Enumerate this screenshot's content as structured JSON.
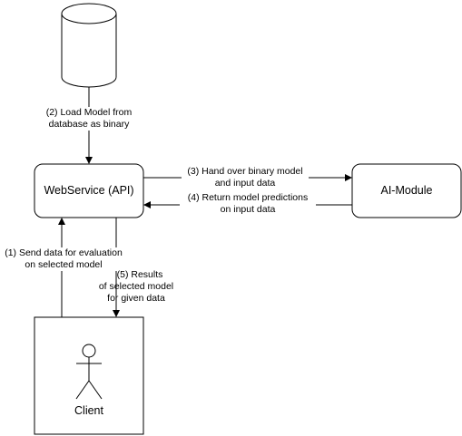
{
  "nodes": {
    "database": {
      "label": ""
    },
    "webservice": {
      "label": "WebService (API)"
    },
    "ai_module": {
      "label": "AI-Module"
    },
    "client": {
      "label": "Client"
    }
  },
  "edges": {
    "load_model": {
      "line1": "(2) Load Model from",
      "line2": "database as binary"
    },
    "hand_over": {
      "line1": "(3) Hand over binary model",
      "line2": "and input data"
    },
    "return_predictions": {
      "line1": "(4) Return model predictions",
      "line2": "on input data"
    },
    "send_data": {
      "line1": "(1) Send data for evaluation",
      "line2": "on selected model"
    },
    "results": {
      "line1": "(5) Results",
      "line2": "of selected model",
      "line3": "for given data"
    }
  }
}
